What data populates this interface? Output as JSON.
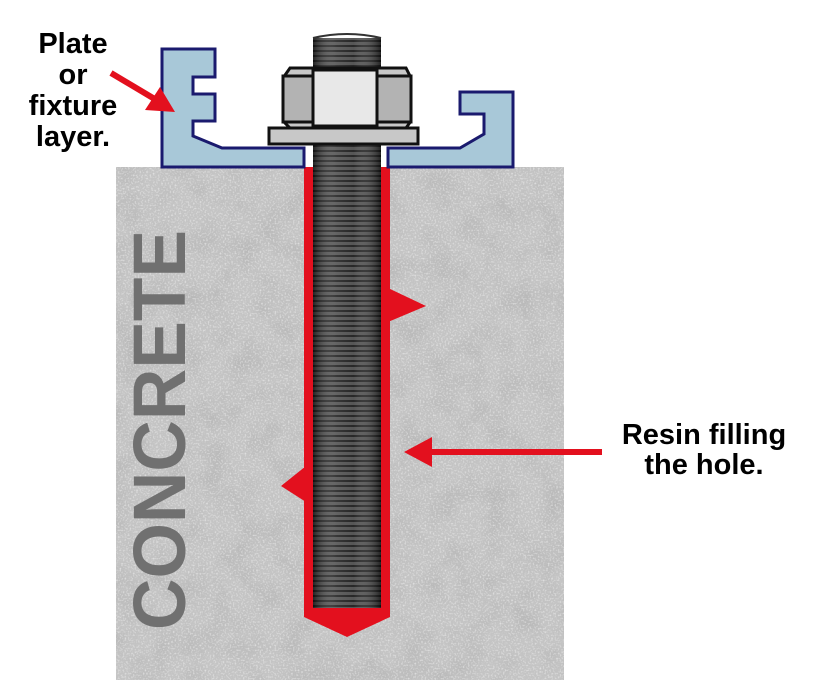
{
  "labels": {
    "plate_lines": [
      "Plate",
      "or",
      "fixture",
      "layer."
    ],
    "resin_lines": [
      "Resin filling",
      "the hole."
    ]
  },
  "concrete_text": "CONCRETE",
  "colors": {
    "arrow": "#e3101e",
    "resin": "#e3101e",
    "concrete": "#c4c4c4",
    "concrete_text": "#707070",
    "plate_fill": "#a8c8d8",
    "plate_stroke": "#1a1a6e",
    "nut": "#c8c8c8",
    "rod": "#4a4a4a"
  }
}
